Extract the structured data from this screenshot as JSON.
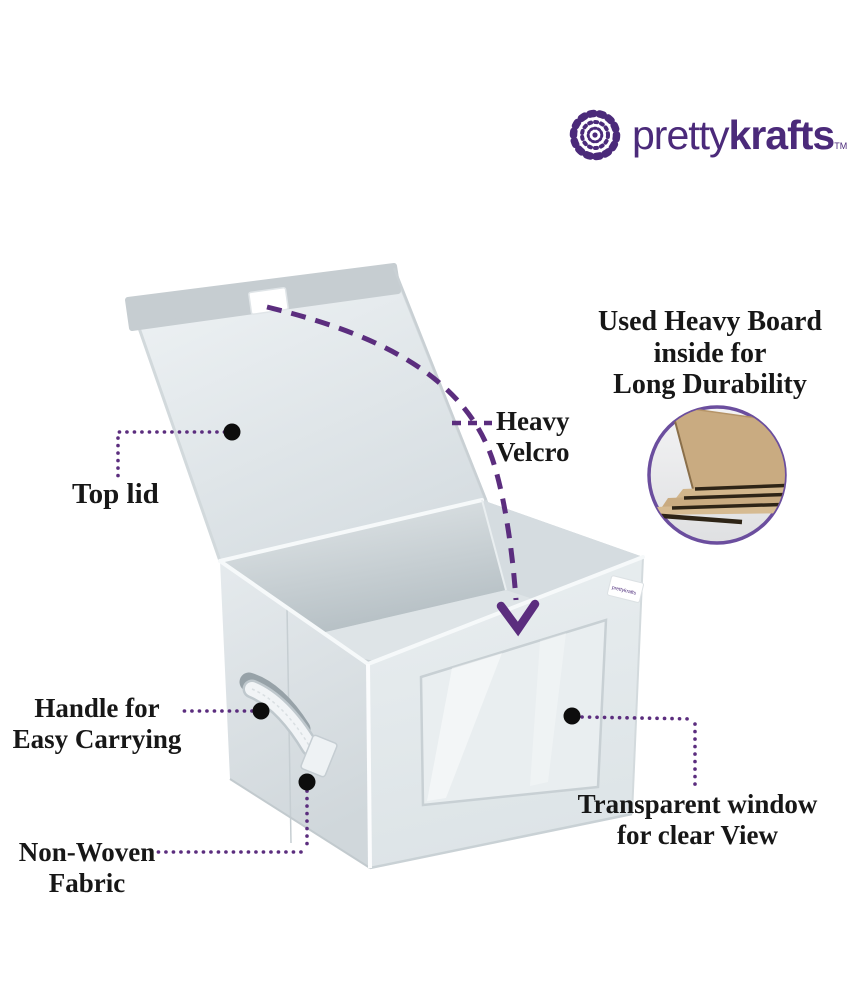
{
  "brand": {
    "name_light": "pretty",
    "name_bold": "krafts",
    "trademark": "TM",
    "box_label": "prettykrafts"
  },
  "callouts": {
    "heavy_board": [
      "Used Heavy Board",
      "inside for",
      "Long Durability"
    ],
    "heavy_velcro": [
      "Heavy",
      "Velcro"
    ],
    "top_lid": "Top lid",
    "handle": [
      "Handle for",
      "Easy Carrying"
    ],
    "transparent_window": [
      "Transparent window",
      "for clear View"
    ],
    "non_woven": [
      "Non-Woven",
      "Fabric"
    ]
  },
  "colors": {
    "brand_purple": "#4b2a7a",
    "line_purple": "#5b2d7e",
    "inset_ring_purple": "#6b4e9e",
    "dot_black": "#0d0d0d",
    "box_gray": "#dde3e6",
    "board_tan": "#c9ab81"
  }
}
